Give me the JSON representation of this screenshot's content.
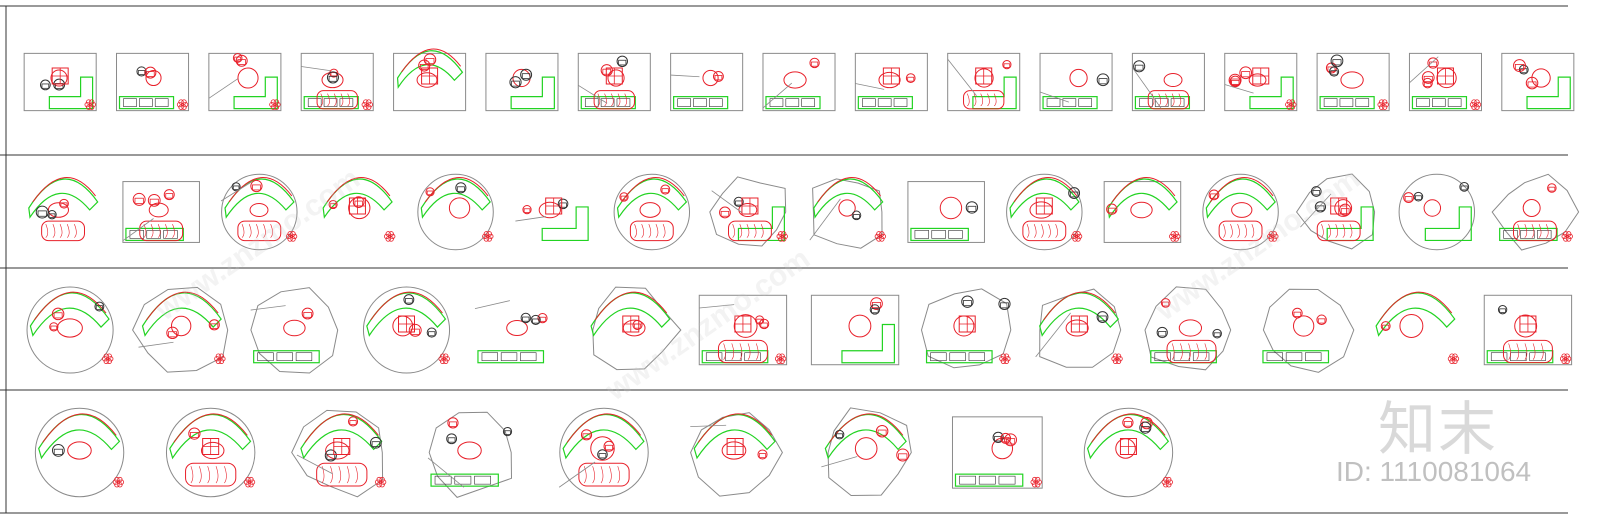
{
  "watermark": {
    "logo": "知末",
    "id_text": "ID: 1110081064",
    "diagonal_text": "www.znzmo.com"
  },
  "colors": {
    "background": "#ffffff",
    "line": "#333333",
    "gray": "#8a8a8a",
    "red": "#e8202a",
    "green": "#22d322"
  },
  "rows": [
    {
      "name": "row-1",
      "layouts": [
        {
          "shape": "rect",
          "sofa": "l",
          "variant": 0
        },
        {
          "shape": "rect",
          "sofa": "straight",
          "variant": 1
        },
        {
          "shape": "rect",
          "sofa": "l",
          "variant": 2
        },
        {
          "shape": "rect",
          "sofa": "straight",
          "variant": 3
        },
        {
          "shape": "rect",
          "sofa": "curve",
          "variant": 4
        },
        {
          "shape": "rect",
          "sofa": "l",
          "variant": 5
        },
        {
          "shape": "rect",
          "sofa": "straight",
          "variant": 6
        },
        {
          "shape": "rect",
          "sofa": "straight",
          "variant": 7
        },
        {
          "shape": "rect",
          "sofa": "straight",
          "variant": 8
        },
        {
          "shape": "rect",
          "sofa": "straight",
          "variant": 9
        },
        {
          "shape": "rect",
          "sofa": "l",
          "variant": 10
        },
        {
          "shape": "rect",
          "sofa": "straight",
          "variant": 11
        },
        {
          "shape": "rect",
          "sofa": "straight",
          "variant": 12
        },
        {
          "shape": "rect",
          "sofa": "l",
          "variant": 13
        },
        {
          "shape": "rect",
          "sofa": "straight",
          "variant": 14
        },
        {
          "shape": "rect",
          "sofa": "straight",
          "variant": 15
        },
        {
          "shape": "rect",
          "sofa": "l",
          "variant": 16
        }
      ]
    },
    {
      "name": "row-2",
      "layouts": [
        {
          "shape": "none",
          "sofa": "curve",
          "variant": 17
        },
        {
          "shape": "rect",
          "sofa": "straight",
          "variant": 18
        },
        {
          "shape": "circle",
          "sofa": "curve",
          "variant": 19
        },
        {
          "shape": "none",
          "sofa": "curve",
          "variant": 20
        },
        {
          "shape": "circle",
          "sofa": "curve",
          "variant": 21
        },
        {
          "shape": "none",
          "sofa": "l",
          "variant": 22
        },
        {
          "shape": "circle",
          "sofa": "curve",
          "variant": 23
        },
        {
          "shape": "blob",
          "sofa": "l",
          "variant": 24
        },
        {
          "shape": "blob",
          "sofa": "curve",
          "variant": 25
        },
        {
          "shape": "rect",
          "sofa": "straight",
          "variant": 26
        },
        {
          "shape": "circle",
          "sofa": "curve",
          "variant": 27
        },
        {
          "shape": "rect",
          "sofa": "curve",
          "variant": 28
        },
        {
          "shape": "circle",
          "sofa": "curve",
          "variant": 29
        },
        {
          "shape": "blob",
          "sofa": "l",
          "variant": 30
        },
        {
          "shape": "circle",
          "sofa": "l",
          "variant": 31
        },
        {
          "shape": "blob",
          "sofa": "straight",
          "variant": 32
        }
      ]
    },
    {
      "name": "row-3",
      "layouts": [
        {
          "shape": "circle",
          "sofa": "curve",
          "variant": 33
        },
        {
          "shape": "blob",
          "sofa": "curve",
          "variant": 34
        },
        {
          "shape": "blob",
          "sofa": "straight",
          "variant": 35
        },
        {
          "shape": "circle",
          "sofa": "curve",
          "variant": 36
        },
        {
          "shape": "none",
          "sofa": "straight",
          "variant": 37
        },
        {
          "shape": "blob",
          "sofa": "curve",
          "variant": 38
        },
        {
          "shape": "rect",
          "sofa": "straight",
          "variant": 39
        },
        {
          "shape": "rect",
          "sofa": "l",
          "variant": 40
        },
        {
          "shape": "blob",
          "sofa": "straight",
          "variant": 41
        },
        {
          "shape": "blob",
          "sofa": "curve",
          "variant": 42
        },
        {
          "shape": "blob",
          "sofa": "straight",
          "variant": 43
        },
        {
          "shape": "blob",
          "sofa": "straight",
          "variant": 44
        },
        {
          "shape": "none",
          "sofa": "curve",
          "variant": 45
        },
        {
          "shape": "rect",
          "sofa": "straight",
          "variant": 46
        }
      ]
    },
    {
      "name": "row-4",
      "layouts": [
        {
          "shape": "circle",
          "sofa": "curve",
          "variant": 47
        },
        {
          "shape": "circle",
          "sofa": "curve",
          "variant": 48
        },
        {
          "shape": "blob",
          "sofa": "curve",
          "variant": 49
        },
        {
          "shape": "blob",
          "sofa": "straight",
          "variant": 50
        },
        {
          "shape": "circle",
          "sofa": "curve",
          "variant": 51
        },
        {
          "shape": "blob",
          "sofa": "curve",
          "variant": 52
        },
        {
          "shape": "blob",
          "sofa": "curve",
          "variant": 53
        },
        {
          "shape": "rect",
          "sofa": "straight",
          "variant": 54
        },
        {
          "shape": "circle",
          "sofa": "curve",
          "variant": 55
        }
      ]
    }
  ]
}
